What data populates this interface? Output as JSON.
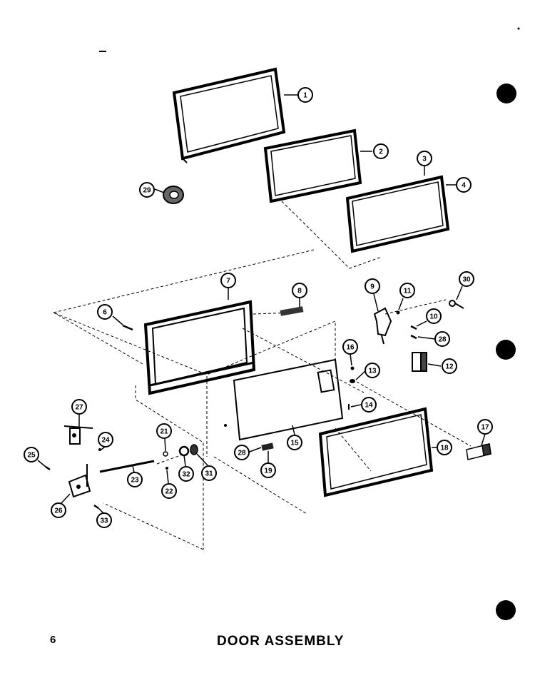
{
  "page": {
    "number": "6",
    "title": "DOOR ASSEMBLY"
  },
  "callouts": [
    {
      "id": "c1",
      "label": "1"
    },
    {
      "id": "c2",
      "label": "2"
    },
    {
      "id": "c3",
      "label": "3"
    },
    {
      "id": "c4",
      "label": "4"
    },
    {
      "id": "c29a",
      "label": "29"
    },
    {
      "id": "c7",
      "label": "7"
    },
    {
      "id": "c8",
      "label": "8"
    },
    {
      "id": "c9",
      "label": "9"
    },
    {
      "id": "c11",
      "label": "11"
    },
    {
      "id": "c30",
      "label": "30"
    },
    {
      "id": "c6",
      "label": "6"
    },
    {
      "id": "c10",
      "label": "10"
    },
    {
      "id": "c28a",
      "label": "28"
    },
    {
      "id": "c16",
      "label": "16"
    },
    {
      "id": "c13",
      "label": "13"
    },
    {
      "id": "c12",
      "label": "12"
    },
    {
      "id": "c14",
      "label": "14"
    },
    {
      "id": "c27",
      "label": "27"
    },
    {
      "id": "c24",
      "label": "24"
    },
    {
      "id": "c21",
      "label": "21"
    },
    {
      "id": "c25",
      "label": "25"
    },
    {
      "id": "c28b",
      "label": "28"
    },
    {
      "id": "c15",
      "label": "15"
    },
    {
      "id": "c18",
      "label": "18"
    },
    {
      "id": "c17",
      "label": "17"
    },
    {
      "id": "c19",
      "label": "19"
    },
    {
      "id": "c23",
      "label": "23"
    },
    {
      "id": "c32",
      "label": "32"
    },
    {
      "id": "c31",
      "label": "31"
    },
    {
      "id": "c22",
      "label": "22"
    },
    {
      "id": "c26",
      "label": "26"
    },
    {
      "id": "c33",
      "label": "33"
    }
  ]
}
